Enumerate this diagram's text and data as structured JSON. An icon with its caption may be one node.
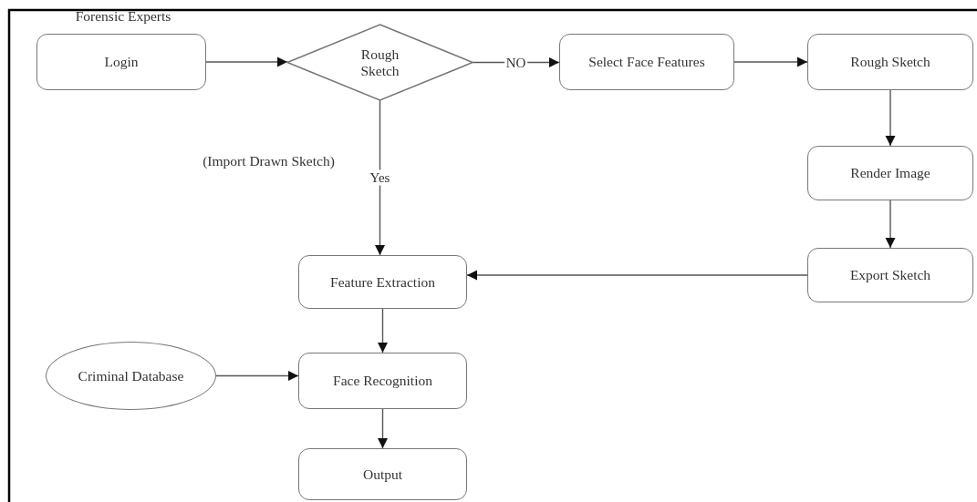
{
  "diagram": {
    "nodes": [
      {
        "text": [
          "Login"
        ]
      },
      {
        "text": [
          "Rough Sketch"
        ]
      },
      {
        "text": [
          "Select Face Features"
        ]
      },
      {
        "text": [
          "Rough Sketch"
        ]
      },
      {
        "text": [
          "Render Image"
        ]
      },
      {
        "text": [
          "Export Sketch"
        ]
      },
      {
        "text": [
          "Feature Extraction"
        ]
      },
      {
        "text": [
          "Criminal Database"
        ]
      },
      {
        "text": [
          "Face Recognition"
        ]
      },
      {
        "text": [
          "Output"
        ]
      }
    ],
    "edges": [
      {
        "from": 0,
        "to": 1,
        "arrow": "to"
      },
      {
        "from": 1,
        "to": 2,
        "arrow": "to",
        "label": "NO"
      },
      {
        "from": 2,
        "to": 3,
        "arrow": "to"
      },
      {
        "from": 3,
        "to": 4,
        "arrow": "to"
      },
      {
        "from": 4,
        "to": 5,
        "arrow": "to"
      },
      {
        "from": 5,
        "to": 6,
        "arrow": "to"
      },
      {
        "from": 1,
        "to": 6,
        "arrow": "to",
        "label": "Yes"
      },
      {
        "from": 7,
        "to": 8,
        "arrow": "to"
      },
      {
        "from": 6,
        "to": 8,
        "arrow": "to"
      },
      {
        "from": 8,
        "to": 9,
        "arrow": "to"
      }
    ],
    "labels": [
      "Forensic Experts",
      "(Import Drawn Sketch)"
    ]
  }
}
